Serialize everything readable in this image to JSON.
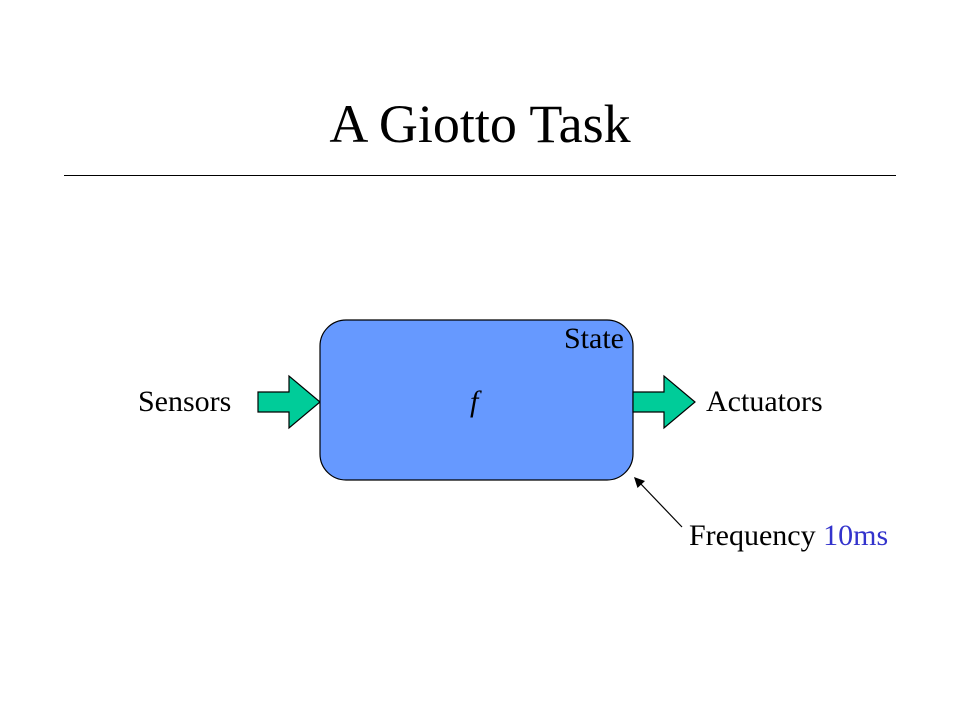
{
  "slide": {
    "title": "A Giotto Task"
  },
  "diagram": {
    "task_box": {
      "state_label": "State",
      "function_label": "f"
    },
    "input_label": "Sensors",
    "output_label": "Actuators",
    "frequency": {
      "label": "Frequency",
      "value": "10ms"
    }
  },
  "colors": {
    "task_fill": "#6699ff",
    "arrow_fill": "#00cc99",
    "frequency_value": "#3333cc"
  }
}
